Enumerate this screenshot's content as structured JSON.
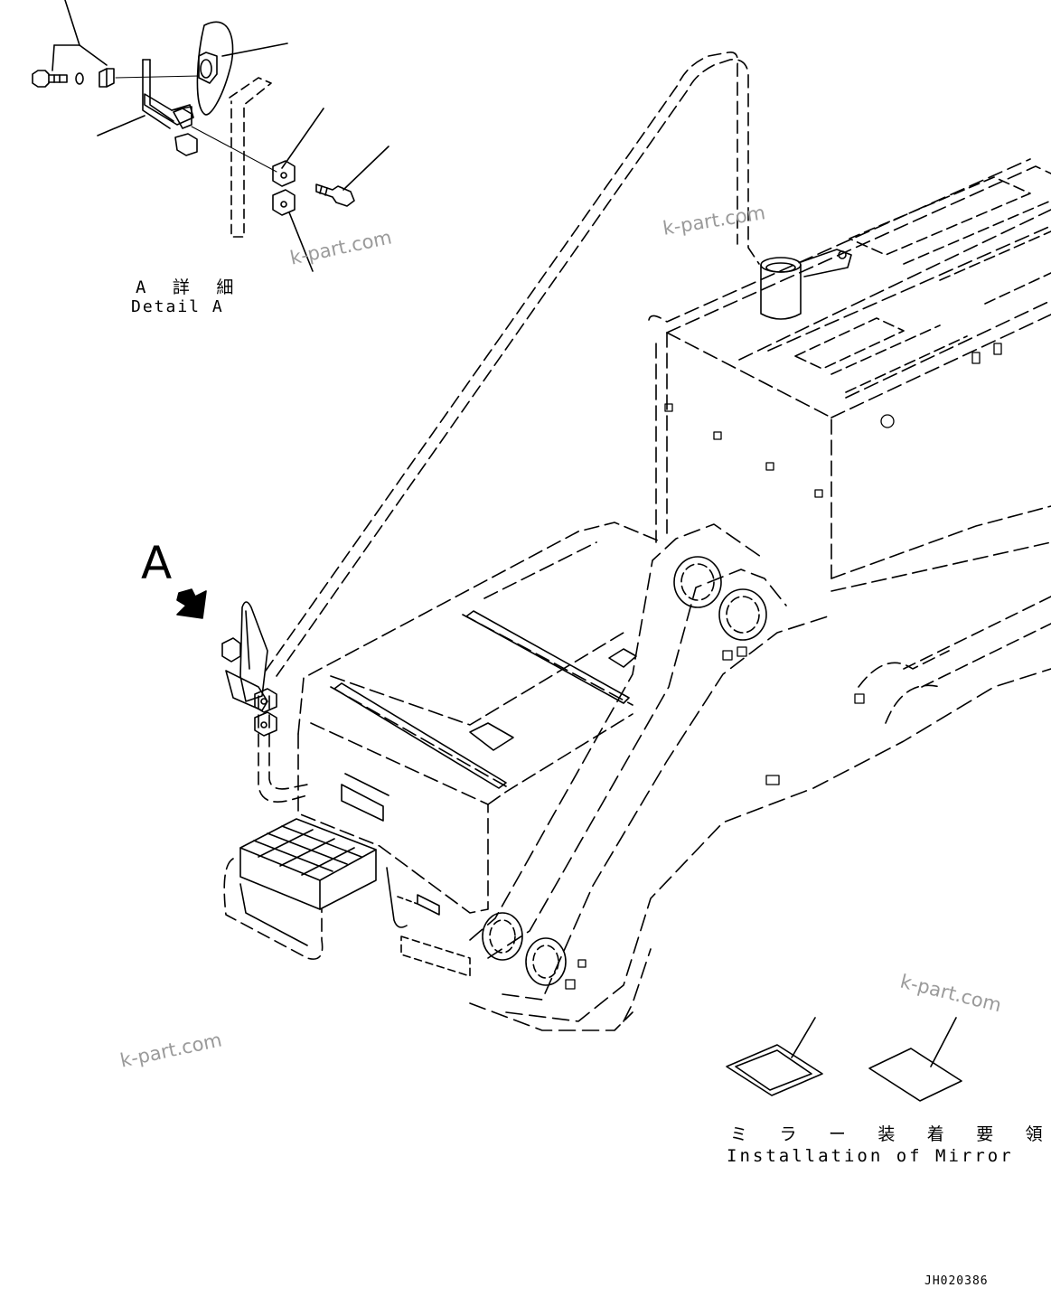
{
  "labels": {
    "view_marker": "A",
    "detail_jp": "A 詳 細",
    "detail_en": "Detail A",
    "install_jp": "ミ ラ ー 装 着 要 領 書",
    "install_en": "Installation of Mirror",
    "drawing_code": "JH020386"
  },
  "watermarks": [
    "k-part.com",
    "k-part.com",
    "k-part.com",
    "k-part.com"
  ],
  "colors": {
    "line": "#000000",
    "watermark": "#9a9a9a",
    "background": "#ffffff"
  }
}
